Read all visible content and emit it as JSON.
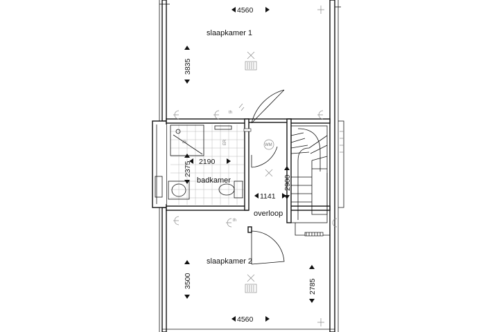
{
  "rooms": {
    "slaapkamer1": "slaapkamer 1",
    "slaapkamer2": "slaapkamer 2",
    "badkamer": "badkamer",
    "overloop": "overloop"
  },
  "dimensions": {
    "top_width": "4560",
    "bottom_width": "4560",
    "bedroom1_depth": "3835",
    "bedroom2_depth": "3500",
    "bath_width": "2190",
    "bath_depth": "2375",
    "stair_depth": "2900",
    "landing_width": "1141",
    "right_lower_depth": "2785"
  },
  "symbols": {
    "wm": "WM",
    "er": "ER",
    "dk": "dk",
    "th1": "th",
    "th2": "th"
  }
}
